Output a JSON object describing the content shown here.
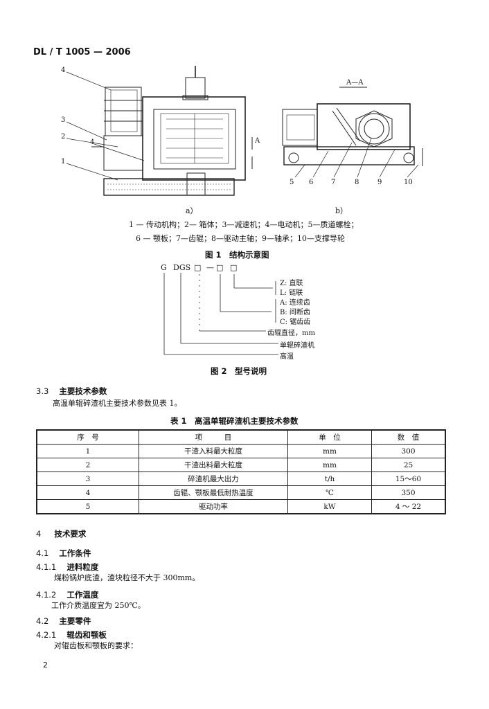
{
  "header": {
    "standard_code": "DL / T 1005 — 2006"
  },
  "figure1": {
    "callouts_a": [
      "4",
      "3",
      "2",
      "4",
      "1"
    ],
    "callouts_b": [
      "5",
      "6",
      "7",
      "8",
      "9",
      "10"
    ],
    "dim_label": "A—A",
    "side_label": "A",
    "sub_a": "a）",
    "sub_b": "b）",
    "legend_line1": "1 — 传动机构；2— 箱体；3—减速机；4—电动机；5—质道螺栓；",
    "legend_line2": "6 — 颚板；7—齿辊；8—驱动主轴；9—轴承；10—支撑导轮",
    "title": "图 1　结构示意图"
  },
  "figure2": {
    "code_g": "G",
    "code_dgs": "DGS",
    "box1": "□",
    "dash": "—",
    "box2": "□",
    "box3": "□",
    "labels": [
      "Z: 直联",
      "L: 链联",
      "A: 连续齿",
      "B: 间断齿",
      "C: 锯齿齿",
      "齿辊直径，mm",
      "单辊碎渣机",
      "高温"
    ],
    "title": "图 2　型号说明"
  },
  "sec_3_3": {
    "number": "3.3",
    "title": "主要技术参数",
    "body": "高温单辊碎渣机主要技术参数见表 1。"
  },
  "table1": {
    "title": "表 1　高温单辊碎渣机主要技术参数",
    "headers": [
      "序　号",
      "项　　　目",
      "单　位",
      "数　值"
    ],
    "rows": [
      [
        "1",
        "干渣入料最大粒度",
        "mm",
        "300"
      ],
      [
        "2",
        "干渣出料最大粒度",
        "mm",
        "25"
      ],
      [
        "3",
        "碎渣机最大出力",
        "t/h",
        "15～60"
      ],
      [
        "4",
        "齿辊、颚板最低耐热温度",
        "℃",
        "350"
      ],
      [
        "5",
        "驱动功率",
        "kW",
        "4 ～ 22"
      ]
    ]
  },
  "sec_4": {
    "number": "4",
    "title": "技术要求"
  },
  "sec_4_1": {
    "number": "4.1",
    "title": "工作条件"
  },
  "sec_4_1_1": {
    "number": "4.1.1",
    "title": "进料粒度",
    "body": "煤粉锅炉底渣，渣块粒径不大于 300mm。"
  },
  "sec_4_1_2": {
    "number": "4.1.2",
    "title": "工作温度",
    "body": "工作介质温度宜为 250℃。"
  },
  "sec_4_2": {
    "number": "4.2",
    "title": "主要零件"
  },
  "sec_4_2_1": {
    "number": "4.2.1",
    "title": "辊齿和颚板",
    "body": "对辊齿板和颚板的要求："
  },
  "footer": {
    "page_number": "2"
  }
}
